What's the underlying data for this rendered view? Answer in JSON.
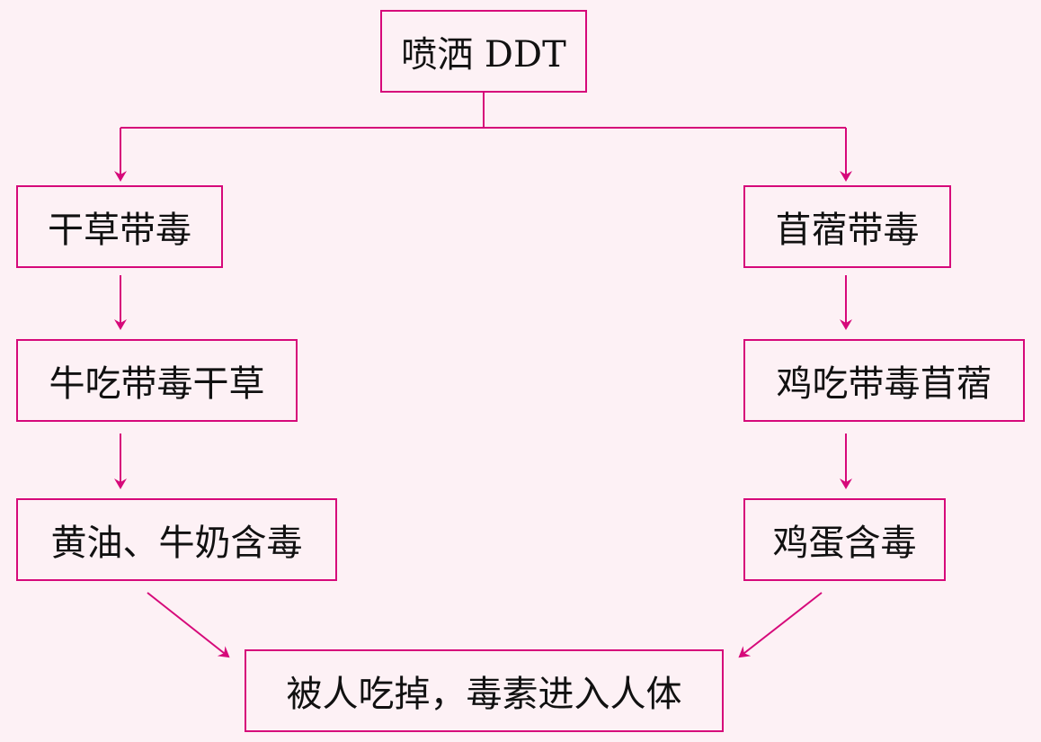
{
  "nodes": {
    "top": "喷洒 DDT",
    "left_1": "干草带毒",
    "left_2": "牛吃带毒干草",
    "left_3": "黄油、牛奶含毒",
    "right_1": "苜蓿带毒",
    "right_2": "鸡吃带毒苜蓿",
    "right_3": "鸡蛋含毒",
    "bottom": "被人吃掉，毒素进入人体"
  },
  "colors": {
    "accent": "#d6097a",
    "background": "#fdf1f5",
    "text": "#111111"
  }
}
